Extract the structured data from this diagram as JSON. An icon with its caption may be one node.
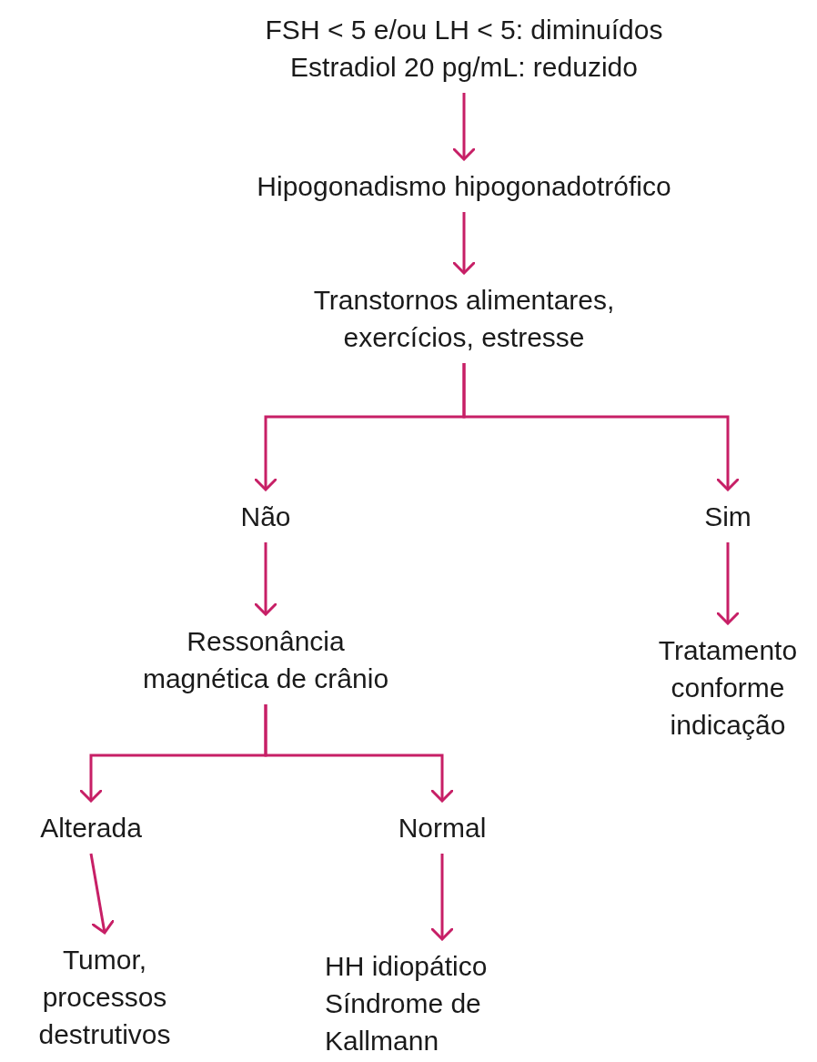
{
  "diagram": {
    "nodes": [
      {
        "text": [
          "FSH < 5 e/ou LH < 5: diminuídos",
          "Estradiol 20 pg/mL: reduzido"
        ]
      },
      {
        "text": [
          "Hipogonadismo hipogonadotrófico"
        ]
      },
      {
        "text": [
          "Transtornos alimentares, exercícios, estresse"
        ]
      },
      {
        "text": [
          "Não"
        ]
      },
      {
        "text": [
          "Sim"
        ]
      },
      {
        "text": [
          "Ressonância magnética de crânio"
        ]
      },
      {
        "text": [
          "Tratamento conforme indicação"
        ]
      },
      {
        "text": [
          "Alterada"
        ]
      },
      {
        "text": [
          "Normal"
        ]
      },
      {
        "text": [
          "Tumor, processos destrutivos"
        ]
      },
      {
        "text": [
          "HH idiopático",
          "Síndrome de Kallmann"
        ]
      }
    ],
    "edges": [
      {
        "from": 0,
        "to": 1,
        "arrow": "to"
      },
      {
        "from": 1,
        "to": 2,
        "arrow": "to"
      },
      {
        "from": 2,
        "to": 3,
        "arrow": "to"
      },
      {
        "from": 2,
        "to": 4,
        "arrow": "to"
      },
      {
        "from": 3,
        "to": 5,
        "arrow": "to"
      },
      {
        "from": 4,
        "to": 6,
        "arrow": "to"
      },
      {
        "from": 5,
        "to": 7,
        "arrow": "to"
      },
      {
        "from": 5,
        "to": 8,
        "arrow": "to"
      },
      {
        "from": 7,
        "to": 9,
        "arrow": "to"
      },
      {
        "from": 8,
        "to": 10,
        "arrow": "to"
      }
    ]
  }
}
